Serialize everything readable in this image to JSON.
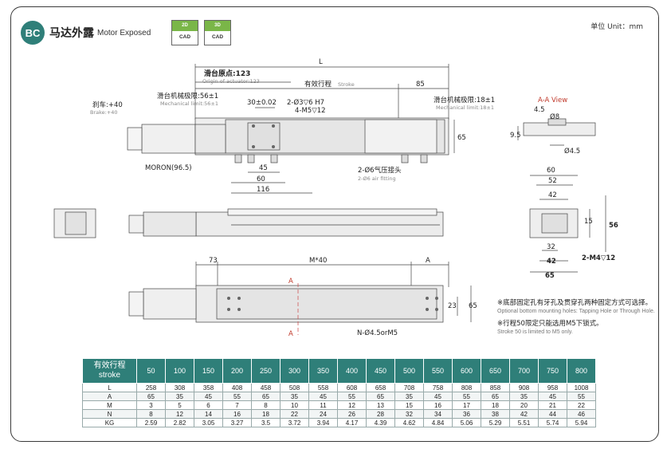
{
  "header": {
    "badge": "BC",
    "title_cn": "马达外露",
    "title_en": "Motor Exposed",
    "cad_2d": {
      "top": "2D",
      "bottom": "CAD"
    },
    "cad_3d": {
      "top": "3D",
      "bottom": "CAD"
    },
    "unit": "单位 Unit：mm"
  },
  "drawing": {
    "L": "L",
    "origin_cn": "滑台原点:123",
    "origin_en": "Origin of actuator:123",
    "stroke_cn": "有效行程",
    "stroke_en": "Stroke",
    "dim_85": "85",
    "mech_limit_left_cn": "滑台机械极限:56±1",
    "mech_limit_left_en": "Mechanical limit:56±1",
    "mech_limit_right_cn": "滑台机械极限:18±1",
    "mech_limit_right_en": "Mechanical limit:18±1",
    "brake_cn": "刹车:+40",
    "brake_en": "Brake:+40",
    "dim_30": "30±0.02",
    "hole_3": "2-Ø3▽6 H7",
    "hole_m5": "4-M5▽12",
    "dim_65_side": "65",
    "moron": "MORON(96.5)",
    "dim_45": "45",
    "dim_60": "60",
    "dim_116": "116",
    "air_cn": "2-Ø6气压接头",
    "air_en": "2-Ø6 air fitting",
    "aa_view": "A-A View",
    "dim_4_5": "4.5",
    "dim_8": "Ø8",
    "dim_9_5": "9.5",
    "dim_d4_5": "Ø4.5",
    "ev_60": "60",
    "ev_52": "52",
    "ev_42": "42",
    "ev_15": "15",
    "ev_56": "56",
    "ev_32": "32",
    "ev_42b": "42",
    "ev_65": "65",
    "ev_m4": "2-M4▽12",
    "dim_73": "73",
    "dim_m40": "M*40",
    "dim_a": "A",
    "sec_a_top": "A",
    "sec_a_bottom": "A",
    "dim_23": "23",
    "dim_65_bottom": "65",
    "hole_n": "N-Ø4.5orM5"
  },
  "notes": [
    {
      "cn": "※底部固定孔有牙孔及贯穿孔两种固定方式可选择。",
      "en": "Optional bottom mounting holes: Tapping Hole or Through Hole."
    },
    {
      "cn": "※行程50限定只能选用M5下锁式。",
      "en": "Stroke 50 is limited to M5 only."
    }
  ],
  "table": {
    "header_cn": "有效行程",
    "header_en": "stroke",
    "strokes": [
      "50",
      "100",
      "150",
      "200",
      "250",
      "300",
      "350",
      "400",
      "450",
      "500",
      "550",
      "600",
      "650",
      "700",
      "750",
      "800"
    ],
    "rows": [
      {
        "label": "L",
        "values": [
          "258",
          "308",
          "358",
          "408",
          "458",
          "508",
          "558",
          "608",
          "658",
          "708",
          "758",
          "808",
          "858",
          "908",
          "958",
          "1008"
        ]
      },
      {
        "label": "A",
        "values": [
          "65",
          "35",
          "45",
          "55",
          "65",
          "35",
          "45",
          "55",
          "65",
          "35",
          "45",
          "55",
          "65",
          "35",
          "45",
          "55"
        ]
      },
      {
        "label": "M",
        "values": [
          "3",
          "5",
          "6",
          "7",
          "8",
          "10",
          "11",
          "12",
          "13",
          "15",
          "16",
          "17",
          "18",
          "20",
          "21",
          "22"
        ]
      },
      {
        "label": "N",
        "values": [
          "8",
          "12",
          "14",
          "16",
          "18",
          "22",
          "24",
          "26",
          "28",
          "32",
          "34",
          "36",
          "38",
          "42",
          "44",
          "46"
        ]
      },
      {
        "label": "KG",
        "values": [
          "2.59",
          "2.82",
          "3.05",
          "3.27",
          "3.5",
          "3.72",
          "3.94",
          "4.17",
          "4.39",
          "4.62",
          "4.84",
          "5.06",
          "5.29",
          "5.51",
          "5.74",
          "5.94"
        ]
      }
    ]
  }
}
